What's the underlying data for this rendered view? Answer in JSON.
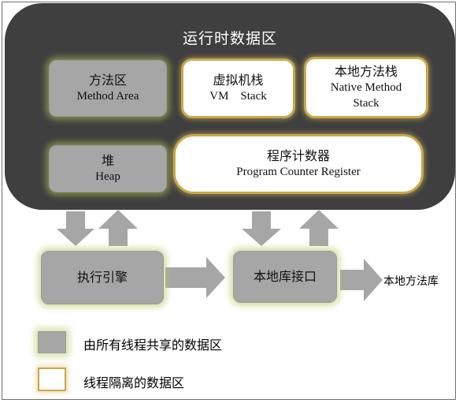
{
  "runtime_area": {
    "title": "运行时数据区"
  },
  "method_area": {
    "cn": "方法区",
    "en": "Method Area"
  },
  "vm_stack": {
    "cn": "虚拟机栈",
    "en": "VM    Stack"
  },
  "native_stack": {
    "cn": "本地方法栈",
    "en1": "Native Method",
    "en2": "Stack"
  },
  "heap": {
    "cn": "堆",
    "en": "Heap"
  },
  "pc_register": {
    "cn": "程序计数器",
    "en": "Program Counter Register"
  },
  "execution_engine": {
    "label": "执行引擎"
  },
  "native_interface": {
    "label": "本地库接口"
  },
  "native_library": {
    "label": "本地方法库"
  },
  "legend": {
    "shared": "由所有线程共享的数据区",
    "private": "线程隔离的数据区"
  },
  "colors": {
    "runtime_bg": "#3f3f3f",
    "shared_fill": "#a6a6a6",
    "private_border": "#c9a84a",
    "shared_glow": "#b4c85a",
    "arrow_fill": "#a6a6a6"
  }
}
